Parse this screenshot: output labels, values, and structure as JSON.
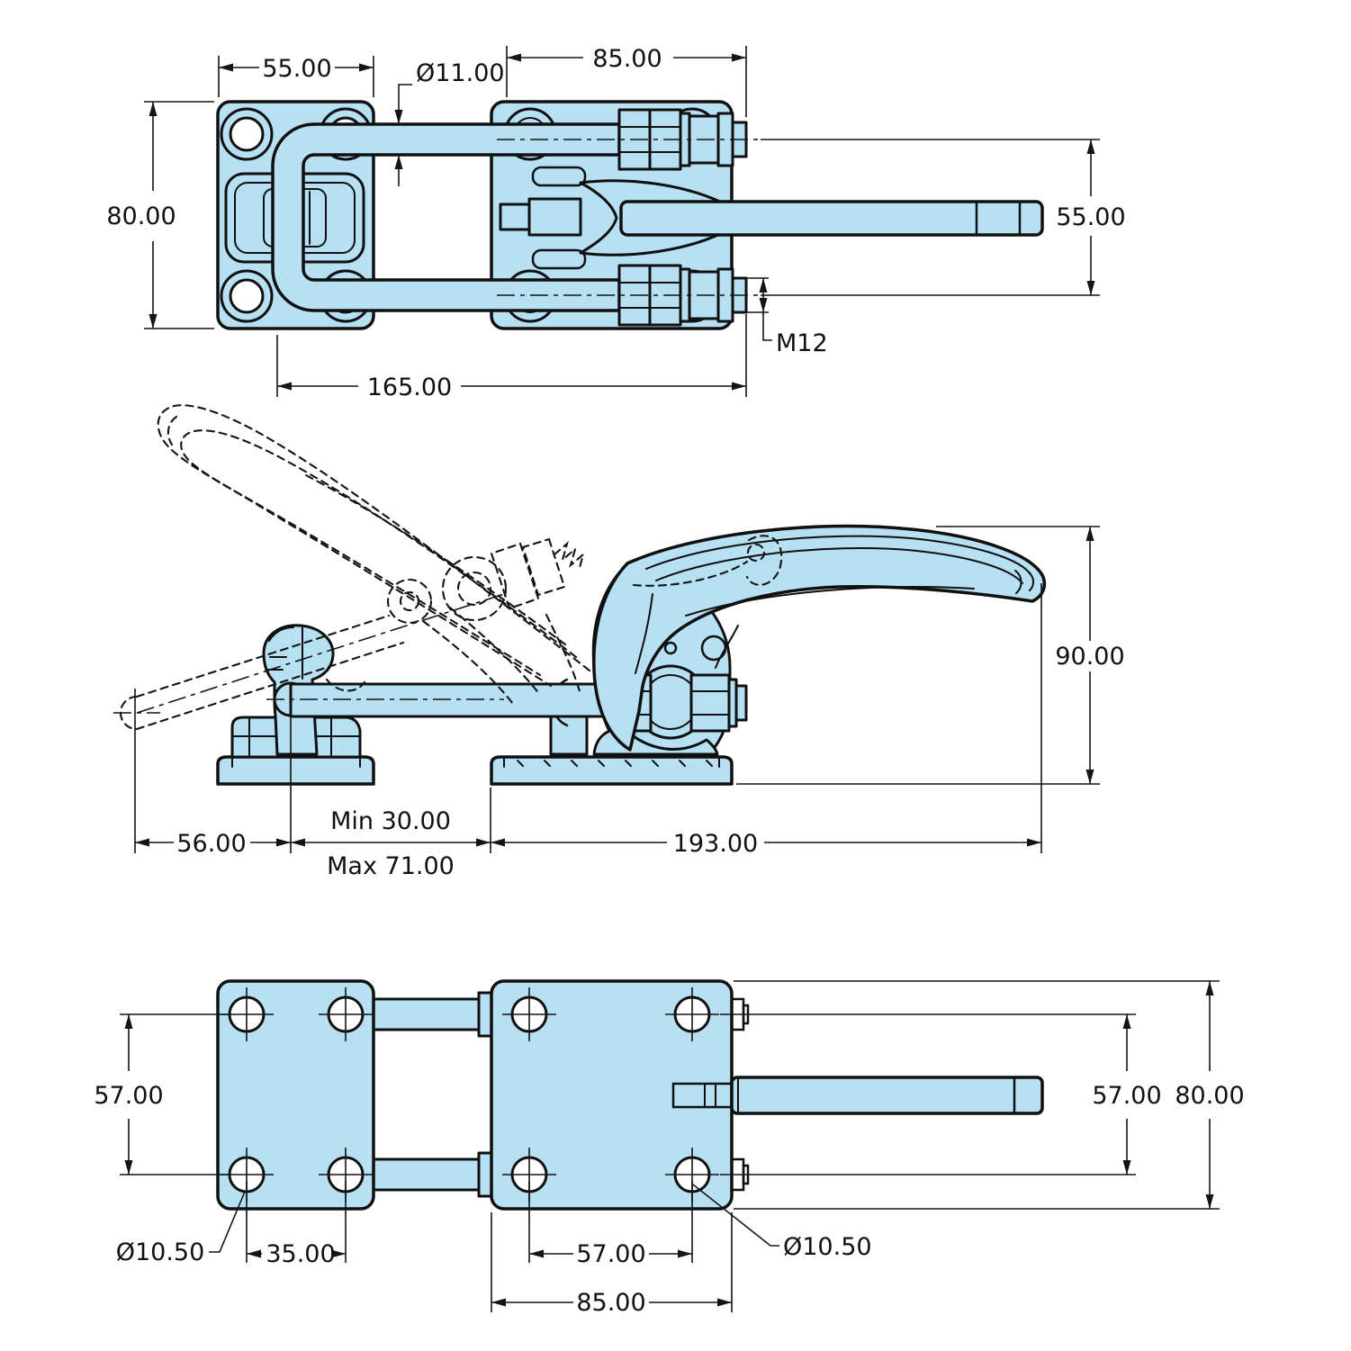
{
  "drawing": {
    "part_fill": "#b7e0f2",
    "line_color": "#101010",
    "background": "#ffffff"
  },
  "dims": {
    "top_plate_width": "55.00",
    "top_rod_diameter": "Ø11.00",
    "top_right_plate_width": "85.00",
    "top_plate_height": "80.00",
    "top_bolt_spacing": "55.00",
    "top_thread": "M12",
    "top_overall_length": "165.00",
    "side_height": "90.00",
    "side_base_offset": "56.00",
    "side_min_stroke": "Min 30.00",
    "side_max_stroke": "Max 71.00",
    "side_length": "193.00",
    "bottom_left_hole_v": "57.00",
    "bottom_left_hole_dia": "Ø10.50",
    "bottom_left_hole_h": "35.00",
    "bottom_right_hole_h": "57.00",
    "bottom_right_plate_w": "85.00",
    "bottom_right_hole_dia": "Ø10.50",
    "bottom_right_hole_v": "57.00",
    "bottom_right_plate_h": "80.00"
  }
}
